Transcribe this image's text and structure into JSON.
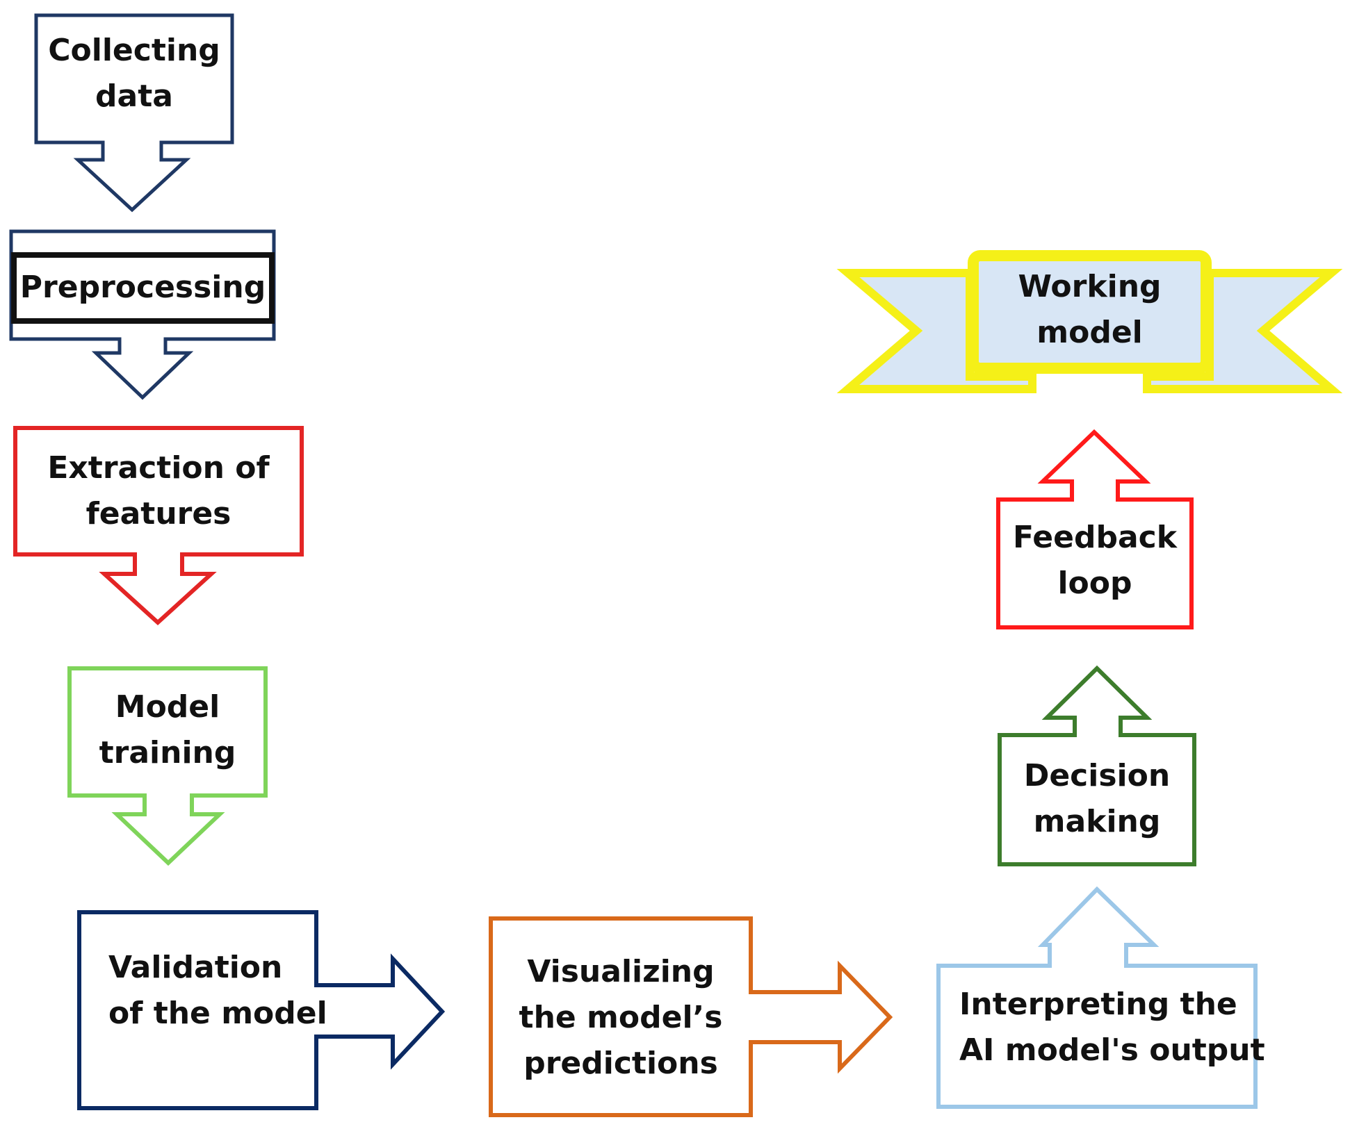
{
  "steps": {
    "collecting": {
      "line1": "Collecting",
      "line2": "data",
      "color": "#1f3864"
    },
    "preprocessing": {
      "line1": "Preprocessing",
      "color": "#1f3864"
    },
    "extraction": {
      "line1": "Extraction of",
      "line2": "features",
      "color": "#e32525"
    },
    "training": {
      "line1": "Model",
      "line2": "training",
      "color": "#7fd45a"
    },
    "validation": {
      "line1": "Validation",
      "line2": "of the model",
      "color": "#0b2a63"
    },
    "visualizing": {
      "line1": "Visualizing",
      "line2": "the model’s",
      "line3": "predictions",
      "color": "#d9691a"
    },
    "interpreting": {
      "line1": "Interpreting the",
      "line2": "AI model's output",
      "color": "#9cc7e8"
    },
    "decision": {
      "line1": "Decision",
      "line2": "making",
      "color": "#3d7d2c"
    },
    "feedback": {
      "line1": "Feedback",
      "line2": "loop",
      "color": "#ff1a1a"
    },
    "working": {
      "line1": "Working",
      "line2": "model",
      "color": "#f5f018",
      "fill": "#d8e6f5"
    }
  }
}
